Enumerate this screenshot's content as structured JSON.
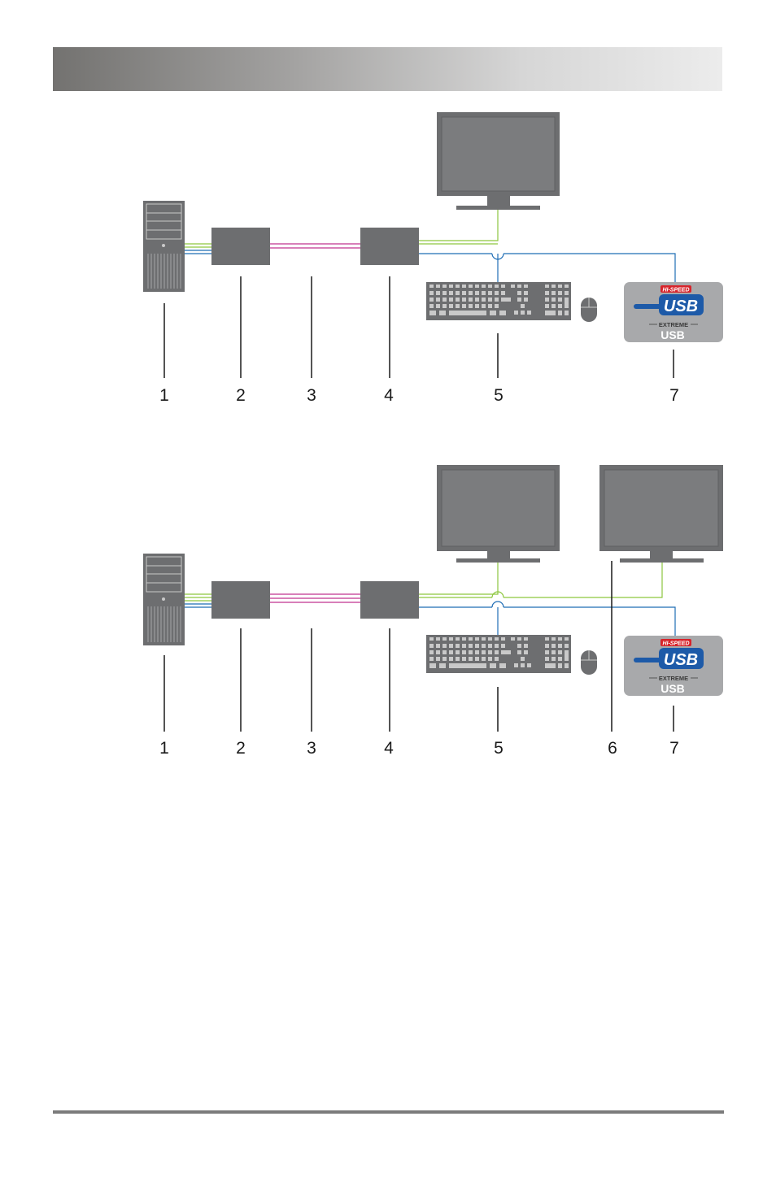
{
  "header": {
    "title": ""
  },
  "colors": {
    "video": "#8dc63f",
    "usb": "#1f6db5",
    "link": "#c0338f",
    "device": "#6d6e70",
    "usb_logo_blue": "#1d5aa8",
    "usb_logo_red": "#d7242b"
  },
  "usb_logo": {
    "hi_speed": "HI-SPEED",
    "usb": "USB",
    "extreme": "EXTREME",
    "usb_bottom": "USB"
  },
  "diagrams": [
    {
      "callouts": [
        "1",
        "2",
        "3",
        "4",
        "5",
        "7"
      ],
      "icons": [
        "computer-icon",
        "transmitter-icon",
        "receiver-icon",
        "monitor-icon",
        "keyboard-icon",
        "mouse-icon",
        "usb-device-icon"
      ]
    },
    {
      "callouts": [
        "1",
        "2",
        "3",
        "4",
        "5",
        "6",
        "7"
      ],
      "icons": [
        "computer-icon",
        "transmitter-icon",
        "receiver-icon",
        "monitor-icon",
        "monitor-icon",
        "keyboard-icon",
        "mouse-icon",
        "usb-device-icon"
      ]
    }
  ]
}
